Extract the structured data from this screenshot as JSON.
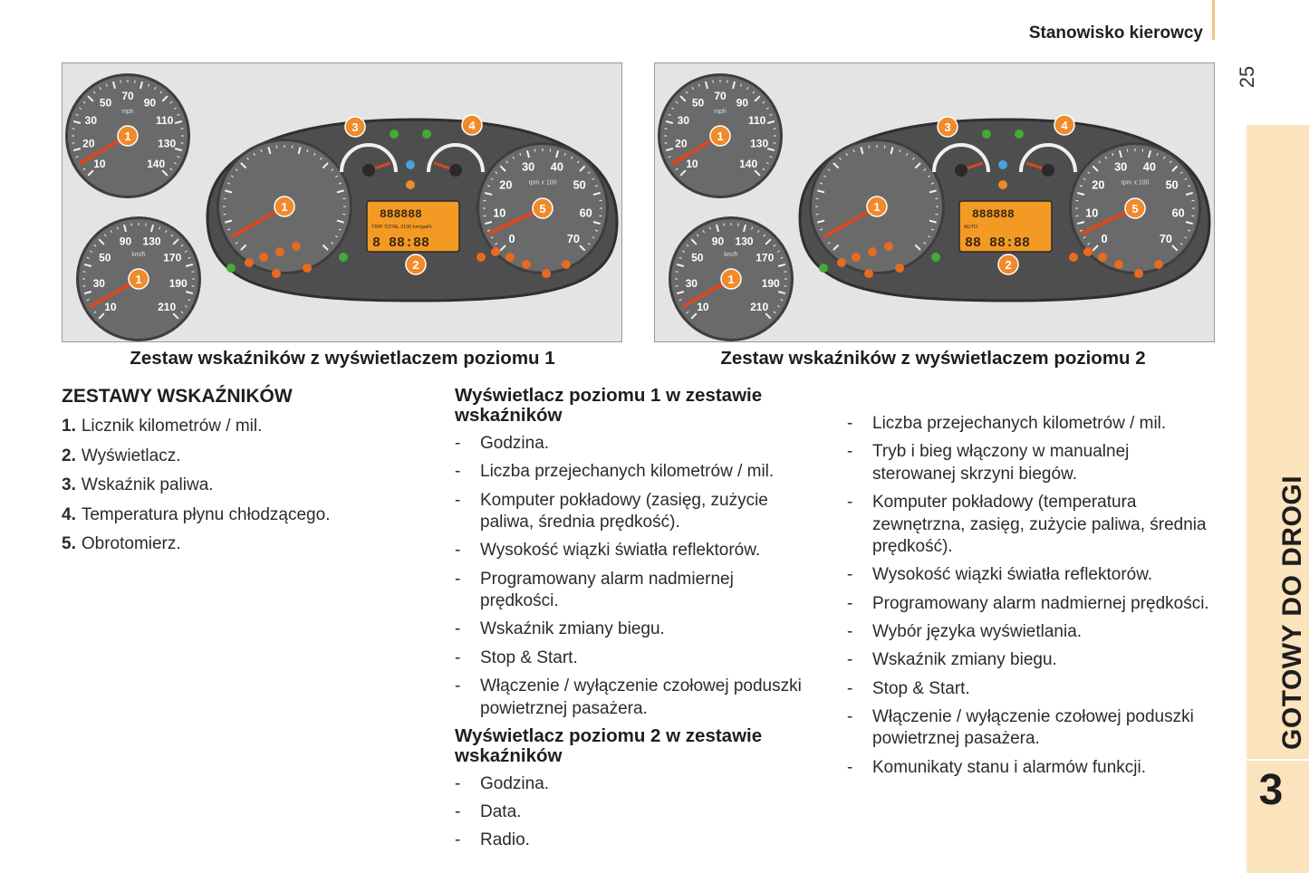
{
  "header": {
    "section_title": "Stanowisko kierowcy",
    "page_number": "25"
  },
  "side_tab": {
    "chapter_title": "GOTOWY DO DROGI",
    "chapter_number": "3"
  },
  "figures": [
    {
      "caption": "Zestaw wskaźników z wyświetlaczem poziomu 1",
      "callouts": [
        "1",
        "1",
        "1",
        "2",
        "3",
        "4",
        "5"
      ],
      "display_line1": "888888",
      "display_line2": "8 88:88",
      "display_small": "TRIP  TOTAL  l/100 km/gal/h"
    },
    {
      "caption": "Zestaw wskaźników z wyświetlaczem poziomu 2",
      "callouts": [
        "1",
        "1",
        "1",
        "2",
        "3",
        "4",
        "5"
      ],
      "display_line1": "888888",
      "display_line2": "88 88:88",
      "display_small": "AUTO"
    }
  ],
  "gauge_labels": {
    "speed_top": [
      "10",
      "20",
      "30",
      "50",
      "70",
      "90",
      "110",
      "130",
      "140"
    ],
    "speed_bottom": [
      "10",
      "30",
      "50",
      "90",
      "130",
      "170",
      "190",
      "210"
    ],
    "tacho": [
      "0",
      "10",
      "20",
      "30",
      "40",
      "50",
      "60",
      "70"
    ],
    "unit_speed": "mph",
    "unit_kmh": "km/h",
    "unit_rpm": "rpm x 100"
  },
  "section": {
    "heading": "ZESTAWY WSKAŹNIKÓW",
    "items": [
      {
        "num": "1.",
        "text": "Licznik kilometrów / mil."
      },
      {
        "num": "2.",
        "text": "Wyświetlacz."
      },
      {
        "num": "3.",
        "text": "Wskaźnik paliwa."
      },
      {
        "num": "4.",
        "text": "Temperatura płynu chłodzącego."
      },
      {
        "num": "5.",
        "text": "Obrotomierz."
      }
    ]
  },
  "level1": {
    "heading": "Wyświetlacz poziomu 1 w zestawie wskaźników",
    "items": [
      "Godzina.",
      "Liczba przejechanych kilometrów / mil.",
      "Komputer pokładowy (zasięg, zużycie paliwa, średnia prędkość).",
      "Wysokość wiązki światła reflektorów.",
      "Programowany alarm nadmiernej prędkości.",
      "Wskaźnik zmiany biegu.",
      "Stop & Start.",
      "Włączenie / wyłączenie czołowej poduszki powietrznej pasażera."
    ]
  },
  "level2": {
    "heading": "Wyświetlacz poziomu 2 w zestawie wskaźników",
    "items_col2": [
      "Godzina.",
      "Data.",
      "Radio."
    ],
    "items_col3": [
      "Liczba przejechanych kilometrów / mil.",
      "Tryb i bieg włączony w manualnej sterowanej skrzyni biegów.",
      "Komputer pokładowy (temperatura zewnętrzna, zasięg, zużycie paliwa, średnia prędkość).",
      "Wysokość wiązki światła reflektorów.",
      "Programowany alarm nadmiernej prędkości.",
      "Wybór języka wyświetlania.",
      "Wskaźnik zmiany biegu.",
      "Stop & Start.",
      "Włączenie / wyłączenie czołowej poduszki powietrznej pasażera.",
      "Komunikaty stanu i alarmów funkcji."
    ]
  },
  "colors": {
    "callout": "#f08a2a",
    "lcd": "#f39a25",
    "dial": "#6a6a6a",
    "panel": "#4e4e4e",
    "tab": "#fbe4bd"
  }
}
